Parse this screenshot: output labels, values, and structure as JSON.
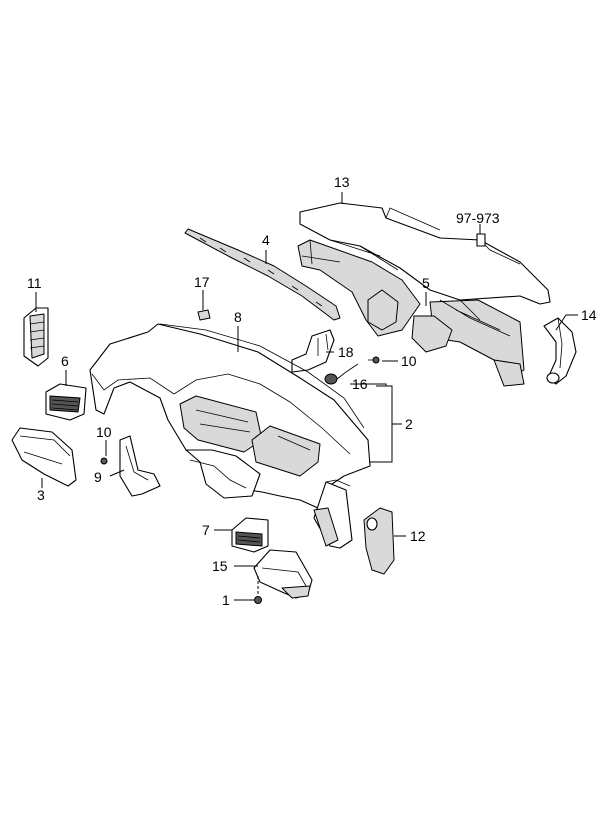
{
  "callouts": {
    "c1": "1",
    "c2": "2",
    "c3": "3",
    "c4": "4",
    "c5": "5",
    "c6": "6",
    "c7": "7",
    "c8": "8",
    "c9": "9",
    "c10a": "10",
    "c10b": "10",
    "c11": "11",
    "c12": "12",
    "c13": "13",
    "c14": "14",
    "c15": "15",
    "c16": "16",
    "c17": "17",
    "c18": "18",
    "c97": "97-973"
  }
}
